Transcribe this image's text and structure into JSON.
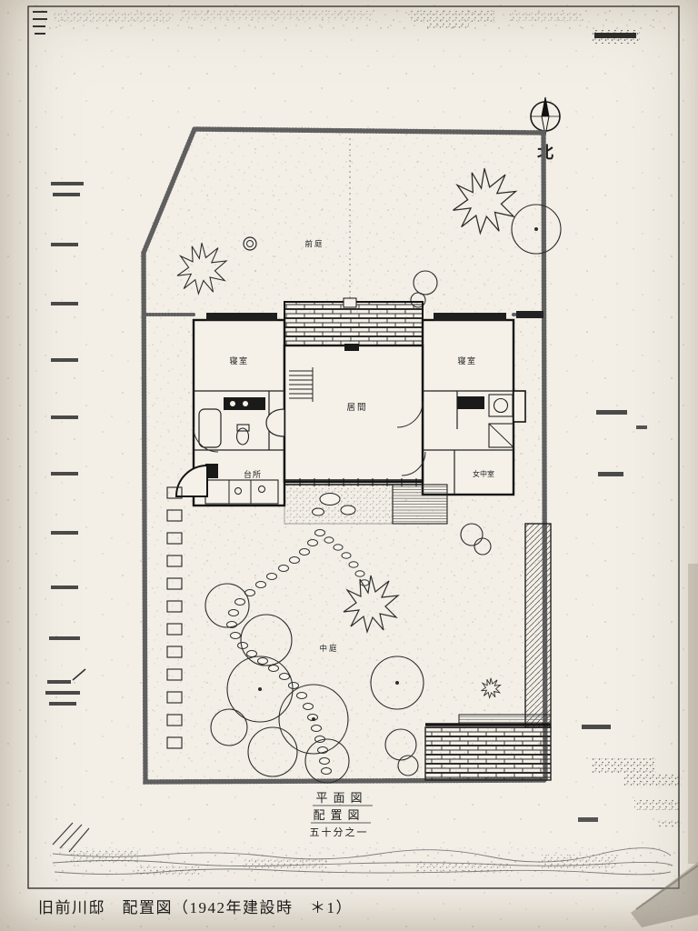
{
  "palette": {
    "paper": "#f3efe7",
    "ink": "#1c1c1c"
  },
  "page": {
    "caption": "旧前川邸　配置図（1942年建設時　＊1）"
  },
  "compass": {
    "north_label": "北"
  },
  "plan": {
    "rooms": {
      "bedroom_left": "寝室",
      "bedroom_right": "寝室",
      "living_room": "居間",
      "kitchen": "台所",
      "maid_room": "女中室"
    },
    "garden": {
      "front_garden": "前庭",
      "main_garden": "中庭"
    },
    "title_block": {
      "line1": "平面図",
      "line2": "配置図",
      "line3": "五十分之一"
    }
  }
}
